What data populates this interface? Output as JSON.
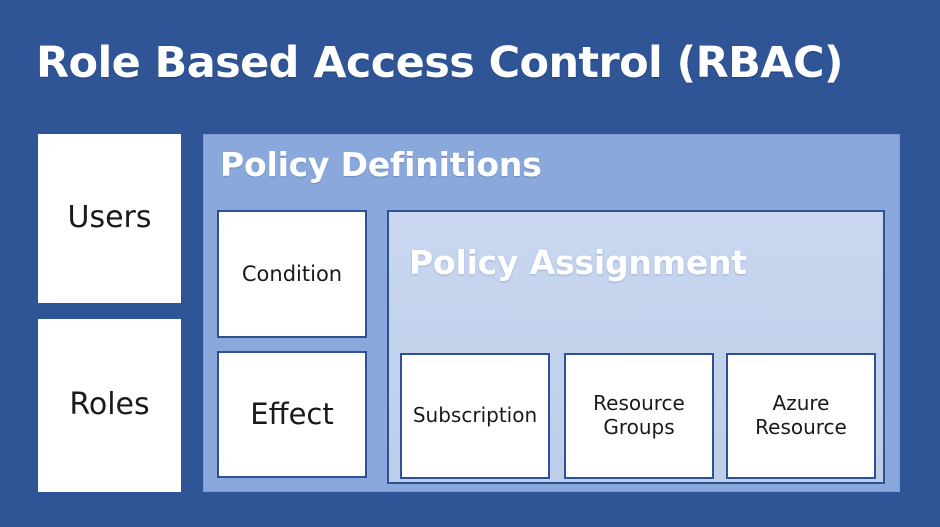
{
  "slide": {
    "title": "Role Based Access Control (RBAC)",
    "background_color": "#2f5597",
    "title_color": "#ffffff"
  },
  "identity": {
    "cards": [
      {
        "label": "Users"
      },
      {
        "label": "Roles"
      }
    ]
  },
  "policy_definitions": {
    "heading": "Policy Definitions",
    "panel_color": "#8aa8dc",
    "heading_color": "#ffffff",
    "cards": [
      {
        "label": "Condition"
      },
      {
        "label": "Effect"
      }
    ]
  },
  "policy_assignment": {
    "heading": "Policy Assignment",
    "panel_color": "#c5d4ee",
    "border_color": "#2e5293",
    "heading_color": "#ffffff",
    "scopes": [
      {
        "label": "Subscription"
      },
      {
        "label": "Resource\nGroups"
      },
      {
        "label": "Azure\nResource"
      }
    ]
  }
}
